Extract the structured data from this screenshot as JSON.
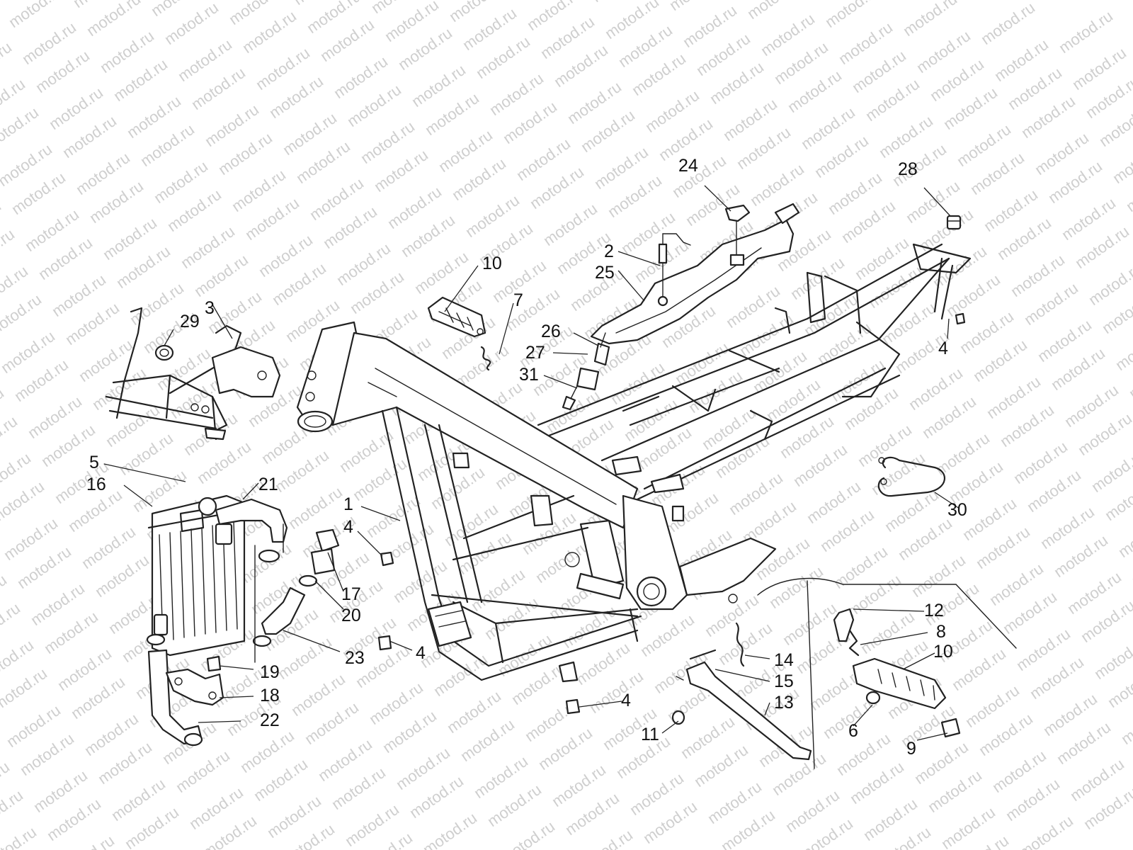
{
  "watermark": {
    "text": "motod.ru"
  },
  "diagram": {
    "callouts": [
      {
        "id": "c-24",
        "label": "24"
      },
      {
        "id": "c-28",
        "label": "28"
      },
      {
        "id": "c-2",
        "label": "2"
      },
      {
        "id": "c-25",
        "label": "25"
      },
      {
        "id": "c-10a",
        "label": "10"
      },
      {
        "id": "c-7",
        "label": "7"
      },
      {
        "id": "c-29",
        "label": "29"
      },
      {
        "id": "c-3",
        "label": "3"
      },
      {
        "id": "c-26",
        "label": "26"
      },
      {
        "id": "c-27",
        "label": "27"
      },
      {
        "id": "c-31",
        "label": "31"
      },
      {
        "id": "c-4a",
        "label": "4"
      },
      {
        "id": "c-5",
        "label": "5"
      },
      {
        "id": "c-16",
        "label": "16"
      },
      {
        "id": "c-21",
        "label": "21"
      },
      {
        "id": "c-1",
        "label": "1"
      },
      {
        "id": "c-4b",
        "label": "4"
      },
      {
        "id": "c-30",
        "label": "30"
      },
      {
        "id": "c-17",
        "label": "17"
      },
      {
        "id": "c-20",
        "label": "20"
      },
      {
        "id": "c-23",
        "label": "23"
      },
      {
        "id": "c-4c",
        "label": "4"
      },
      {
        "id": "c-12",
        "label": "12"
      },
      {
        "id": "c-8",
        "label": "8"
      },
      {
        "id": "c-10b",
        "label": "10"
      },
      {
        "id": "c-14",
        "label": "14"
      },
      {
        "id": "c-15",
        "label": "15"
      },
      {
        "id": "c-13",
        "label": "13"
      },
      {
        "id": "c-19",
        "label": "19"
      },
      {
        "id": "c-18",
        "label": "18"
      },
      {
        "id": "c-22",
        "label": "22"
      },
      {
        "id": "c-4d",
        "label": "4"
      },
      {
        "id": "c-11",
        "label": "11"
      },
      {
        "id": "c-6",
        "label": "6"
      },
      {
        "id": "c-9",
        "label": "9"
      }
    ]
  }
}
